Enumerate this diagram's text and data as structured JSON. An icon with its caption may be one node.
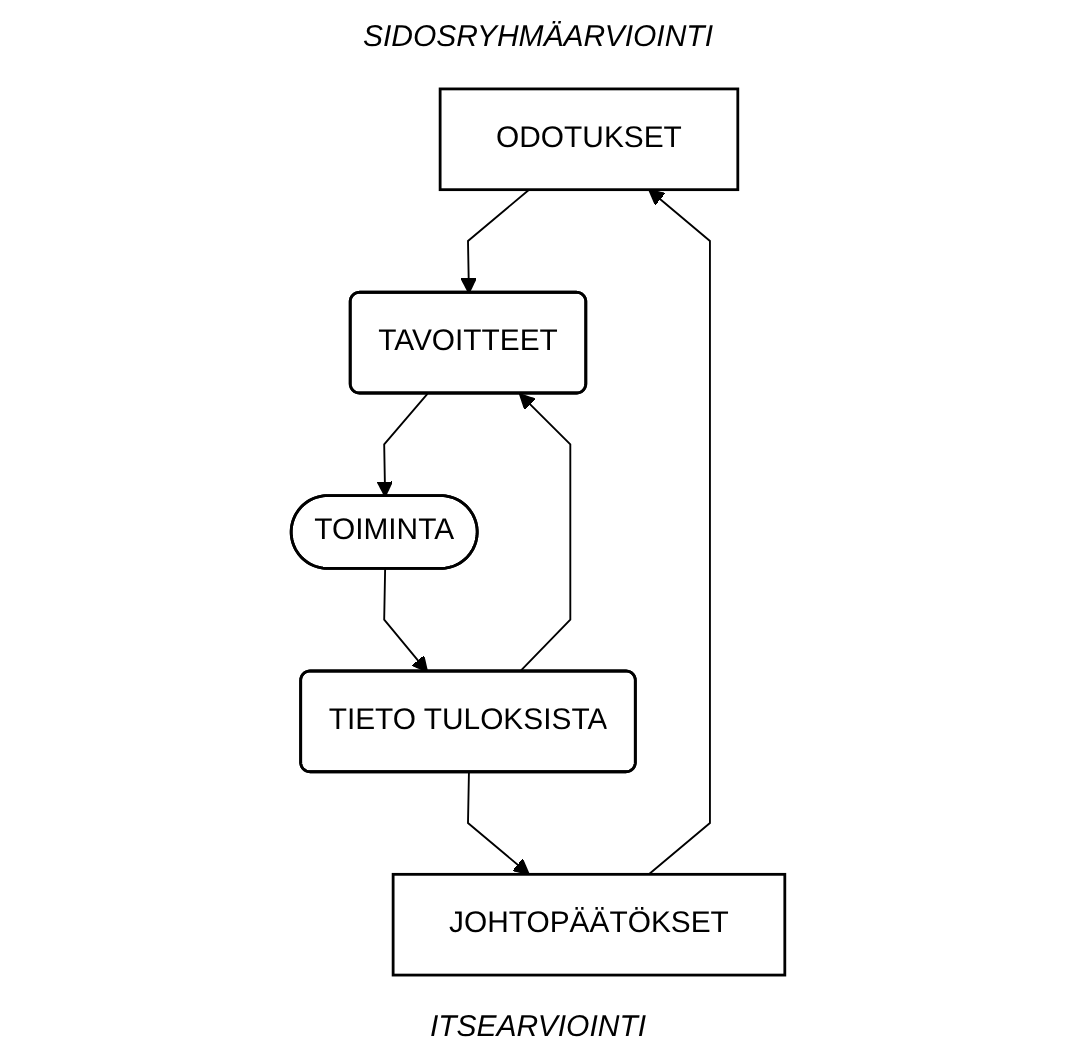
{
  "diagram": {
    "nodes": [
      {
        "text": [
          "ODOTUKSET"
        ]
      },
      {
        "text": [
          "JOHTOPÄÄTÖKSET"
        ]
      },
      {
        "text": [
          "TAVOITTEET"
        ]
      },
      {
        "text": [
          "TIETO TULOKSISTA"
        ]
      },
      {
        "text": [
          "TOIMINTA"
        ]
      }
    ],
    "edges": [
      {
        "from": 1,
        "to": 0,
        "arrow": "to"
      },
      {
        "from": 0,
        "to": 2,
        "arrow": "to"
      },
      {
        "from": 3,
        "to": 2,
        "arrow": "to"
      },
      {
        "from": 2,
        "to": 4,
        "arrow": "to"
      },
      {
        "from": 4,
        "to": 3,
        "arrow": "to"
      },
      {
        "from": 3,
        "to": 1,
        "arrow": "to"
      }
    ],
    "labels": [
      "SIDOSRYHMÄARVIOINTI",
      "ITSEARVIOINTI"
    ]
  }
}
